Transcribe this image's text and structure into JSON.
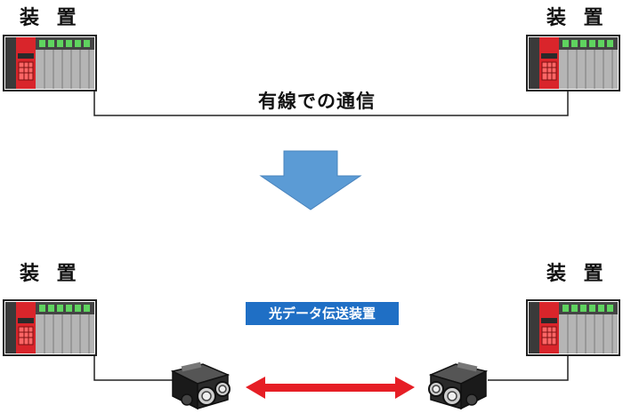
{
  "device_label": "装 置",
  "top": {
    "left_label": "装 置",
    "right_label": "装 置",
    "connection_label": "有線での通信"
  },
  "bottom": {
    "left_label": "装 置",
    "right_label": "装 置",
    "optical_badge": "光データ伝送装置"
  },
  "colors": {
    "arrow_down": "#5b9bd5",
    "arrow_down_stroke": "#4a84bd",
    "arrow_link": "#e61e25",
    "badge_bg": "#1f6fc5",
    "plc_red": "#d9252b",
    "plc_green": "#5fd35f",
    "plc_gray": "#a9a9a9",
    "plc_dark": "#3a3a3a"
  },
  "icons": {
    "device": "plc-rack-icon",
    "transmitter": "optical-transceiver-icon"
  }
}
